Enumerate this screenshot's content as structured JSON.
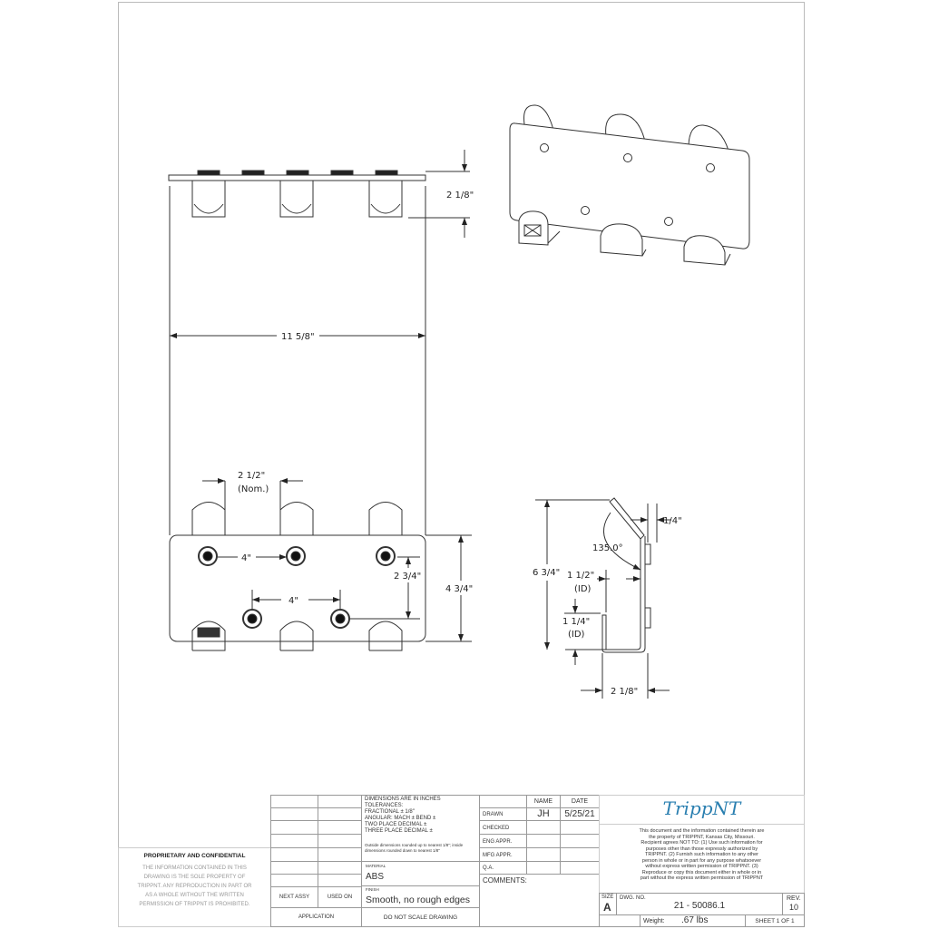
{
  "views": {
    "top": {
      "height_dim": "2 1/8\"",
      "width_dim": "11 5/8\""
    },
    "front": {
      "spacing_dim": "2 1/2\"",
      "spacing_note": "(Nom.)",
      "hole_h_dim_top": "4\"",
      "hole_h_dim_bottom": "4\"",
      "hole_v_dim": "2 3/4\"",
      "height_dim": "4 3/4\""
    },
    "side": {
      "thickness_dim": "1/4\"",
      "angle_dim": "135.0°",
      "overall_height_dim": "6 3/4\"",
      "upper_id_dim": "1 1/2\"",
      "upper_id_note": "(ID)",
      "lower_id_dim": "1 1/4\"",
      "lower_id_note": "(ID)",
      "depth_dim": "2 1/8\""
    }
  },
  "title_block": {
    "tolerances": {
      "header": "DIMENSIONS ARE IN INCHES",
      "tol": "TOLERANCES:",
      "fractional": "FRACTIONAL ±  1/8\"",
      "angular": "ANGULAR: MACH ±    BEND ±",
      "two_place": "TWO PLACE DECIMAL    ±",
      "three_place": "THREE PLACE DECIMAL   ±",
      "note": "Outside dimensions rounded up to nearest 1/8\"; inside dimensions rounded down to nearest 1/8\""
    },
    "material_label": "MATERIAL",
    "material": "ABS",
    "finish_label": "FINISH",
    "finish": "Smooth, no rough edges",
    "next_assy": "NEXT ASSY",
    "used_on": "USED ON",
    "application": "APPLICATION",
    "do_not_scale": "DO  NOT  SCALE  DRAWING",
    "name_header": "NAME",
    "date_header": "DATE",
    "drawn_label": "DRAWN",
    "drawn_name": "JH",
    "drawn_date": "5/25/21",
    "checked_label": "CHECKED",
    "eng_label": "ENG APPR.",
    "mfg_label": "MFG APPR.",
    "qa_label": "Q.A.",
    "comments_label": "COMMENTS:",
    "logo": "TrippNT",
    "legal": "This document and the information contained therein are the property of TRIPPNT, Kansas City, Missouri. Recipient agrees NOT TO: (1) Use such information for purposes other than those expressly authorized by TRIPPNT. (2) Furnish such information to any other person in whole or in part for any purpose whatsoever without express written permission of TRIPPNT. (3) Reproduce or copy this document either in whole or in part without the express written permission of TRIPPNT",
    "size_label": "SIZE",
    "size": "A",
    "dwg_no_label": "DWG.  NO.",
    "dwg_no": "21 - 50086.1",
    "rev_label": "REV.",
    "rev": "10",
    "weight_label": "Weight:",
    "weight": ".67 lbs",
    "sheet": "SHEET 1 OF 1"
  },
  "proprietary": {
    "title": "PROPRIETARY AND CONFIDENTIAL",
    "text": "THE INFORMATION CONTAINED IN THIS DRAWING IS THE SOLE PROPERTY OF TRIPPNT.  ANY REPRODUCTION IN PART OR AS A WHOLE WITHOUT THE WRITTEN PERMISSION OF TRIPPNT IS PROHIBITED."
  },
  "colors": {
    "logo_script": "#2a7fb0",
    "logo_nt": "#3a9a4a"
  }
}
